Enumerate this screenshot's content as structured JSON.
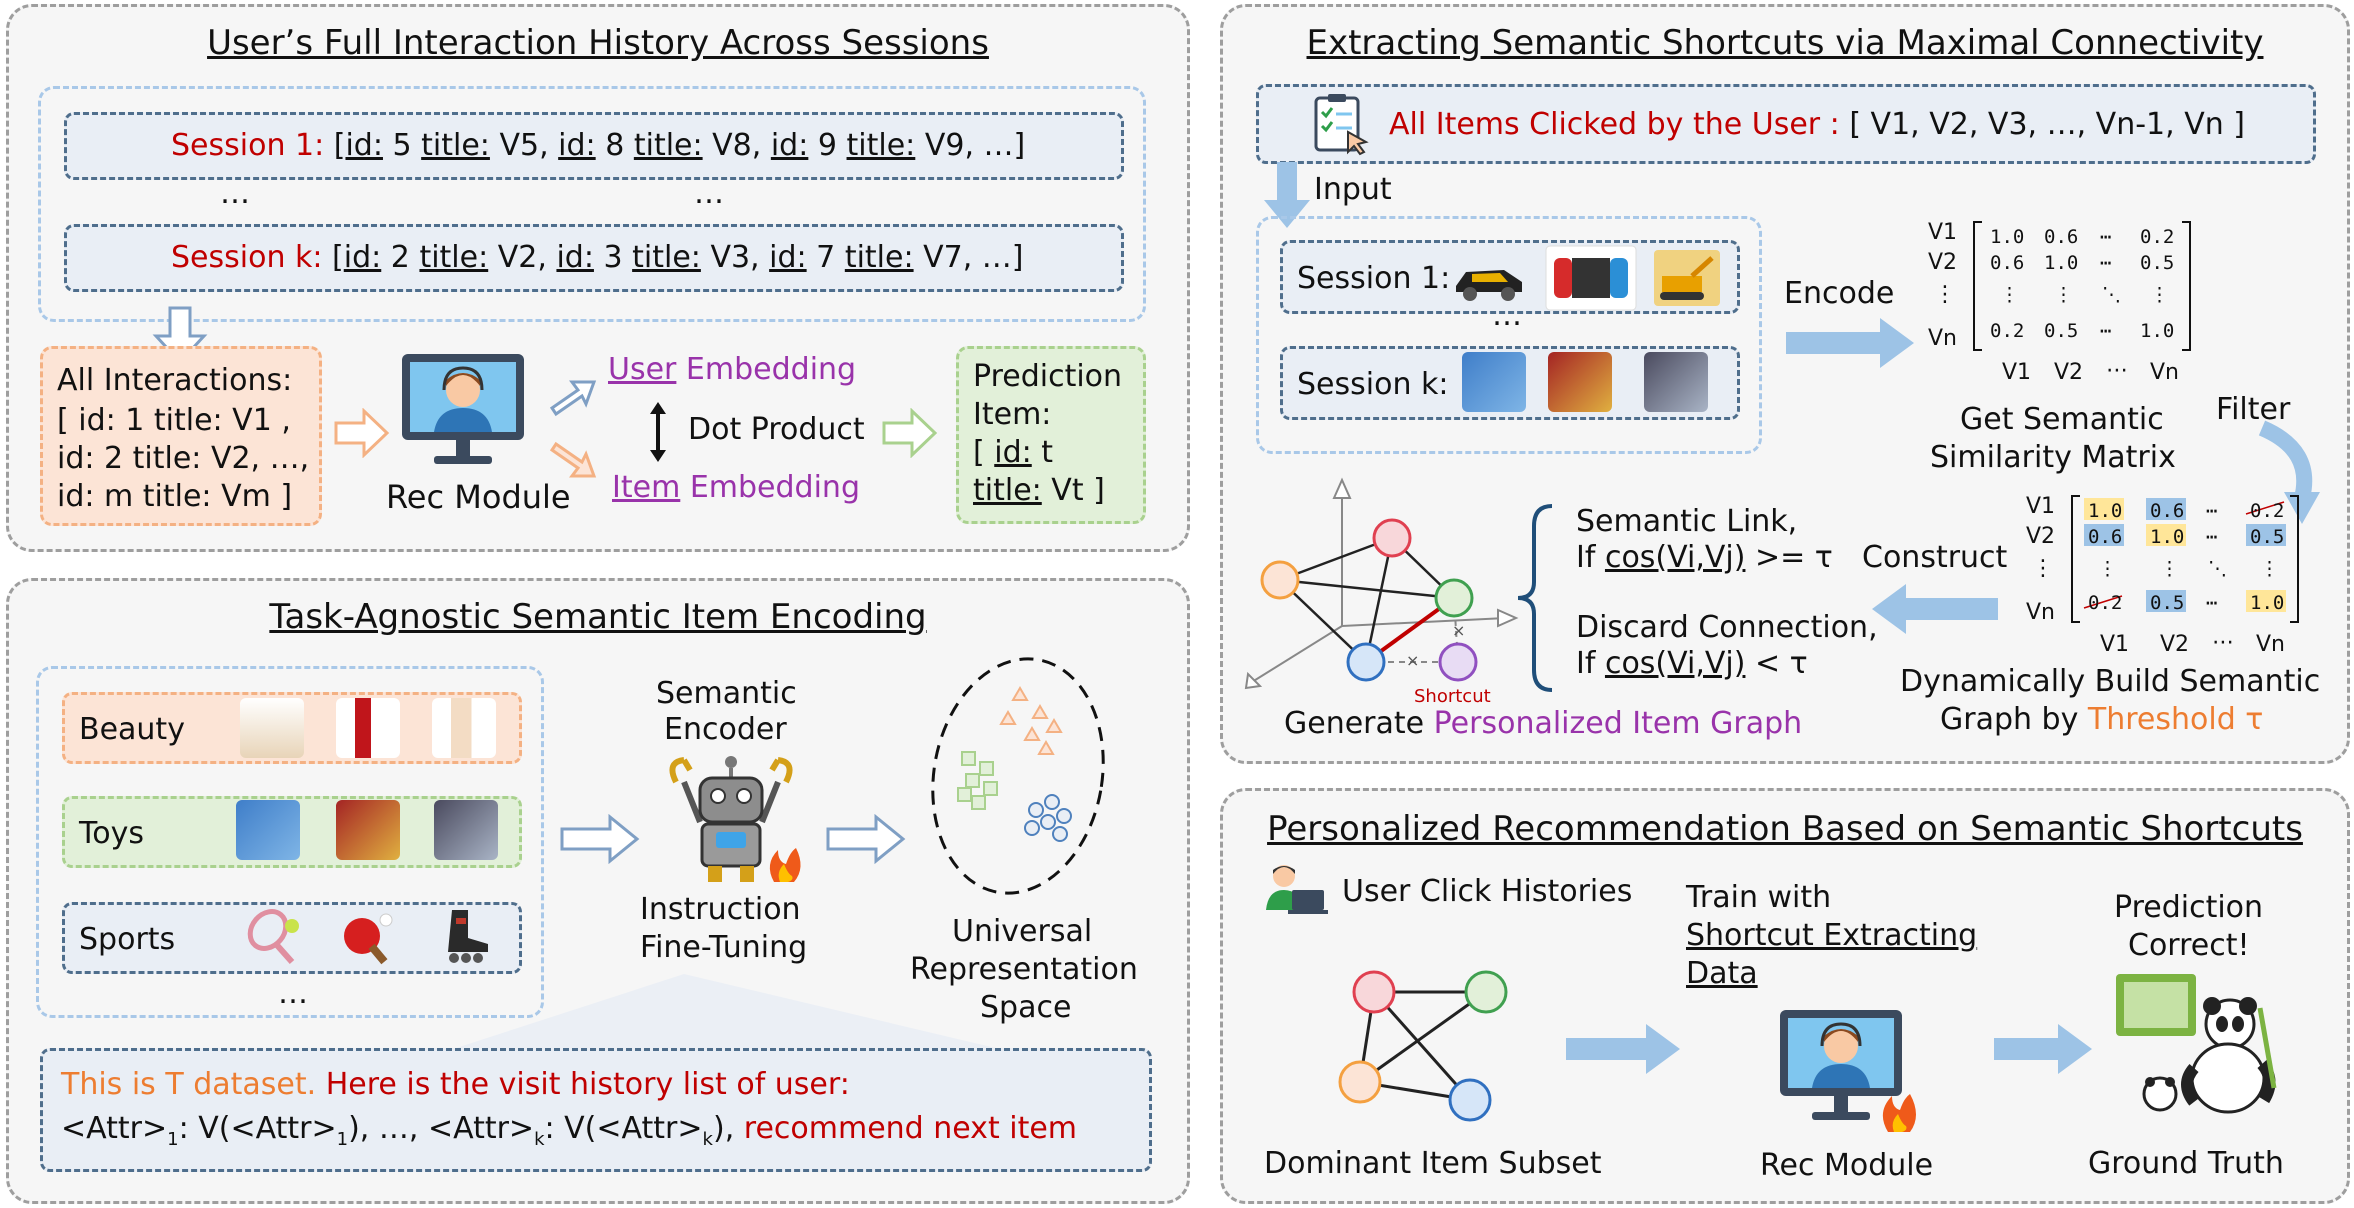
{
  "panel1": {
    "title": "User’s Full Interaction History Across Sessions",
    "session1": {
      "label": "Session 1:",
      "items": [
        {
          "id": "5",
          "title": "V5"
        },
        {
          "id": "8",
          "title": "V8"
        },
        {
          "id": "9",
          "title": "V9"
        }
      ]
    },
    "sessionk": {
      "label": "Session k:",
      "items": [
        {
          "id": "2",
          "title": "V2"
        },
        {
          "id": "3",
          "title": "V3"
        },
        {
          "id": "7",
          "title": "V7"
        }
      ]
    },
    "id_word": "id:",
    "title_word": "title:",
    "ellipsis_end": ", …]",
    "bracket_open": "[",
    "dots": "…",
    "all_interactions": {
      "label": "All Interactions:",
      "line1": "[ id: 1 title: V1 ,",
      "line2": "id: 2 title: V2, …,",
      "line3": "id: m title: Vm ]"
    },
    "rec_module": "Rec Module",
    "user_word": "User",
    "item_word": "Item",
    "embedding_word": " Embedding",
    "dot_product": "Dot Product",
    "prediction": {
      "line1": "Prediction",
      "line2": "Item:",
      "id_line_pre": "[ ",
      "id_word": "id:",
      "id_val": " t",
      "title_word": "title:",
      "title_val": " Vt ]"
    }
  },
  "panel2": {
    "title": "Task-Agnostic Semantic Item Encoding",
    "categories": [
      "Beauty",
      "Toys",
      "Sports"
    ],
    "dots": "…",
    "encoder_line1": "Semantic",
    "encoder_line2": "Encoder",
    "ift_line1": "Instruction",
    "ift_line2": "Fine-Tuning",
    "urs_line1": "Universal",
    "urs_line2": "Representation",
    "urs_line3": "Space",
    "prompt": {
      "orange": "This is T dataset.",
      "red1": " Here is the visit history list of user:",
      "attr": "<Attr>",
      "sub1": "1",
      "subk": "k",
      "v_open": ": V(",
      "v_close": ")",
      "comma_dots": ", …, ",
      "comma": ", ",
      "rec": "recommend next item"
    }
  },
  "panel3": {
    "title": "Extracting Semantic Shortcuts via Maximal Connectivity",
    "clicked_label": "All Items Clicked by the User :",
    "clicked_items": "[ V1, V2, V3, …, Vn-1, Vn ]",
    "input_label": "Input",
    "session1": "Session 1:",
    "sessionk": "Session k:",
    "dots": "…",
    "encode_label": "Encode",
    "filter_label": "Filter",
    "construct_label": "Construct",
    "matrix_rows": [
      "V1",
      "V2",
      "⋮",
      "Vn"
    ],
    "matrix_cols": [
      "V1",
      "V2",
      "⋯",
      "Vn"
    ],
    "matrix": [
      [
        "1.0",
        "0.6",
        "⋯",
        "0.2"
      ],
      [
        "0.6",
        "1.0",
        "⋯",
        "0.5"
      ],
      [
        "⋮",
        "⋮",
        "⋱",
        "⋮"
      ],
      [
        "0.2",
        "0.5",
        "⋯",
        "1.0"
      ]
    ],
    "sim_line1": "Get Semantic",
    "sim_line2": "Similarity Matrix",
    "semantic_link": "Semantic Link,",
    "if_word": "If ",
    "cos_expr": "cos(Vi,Vj)",
    "ge_tau": " >= τ",
    "discard": "Discard Connection,",
    "lt_tau": " < τ",
    "shortcut": "Shortcut",
    "generate_pre": "Generate ",
    "generate_purple": "Personalized Item Graph",
    "dyn_line1": "Dynamically Build Semantic",
    "dyn_line2_pre": "Graph by ",
    "dyn_line2_orange": "Threshold τ",
    "colors": {
      "highlight_yellow": "#ffe699",
      "highlight_blue": "#9dc3e6"
    }
  },
  "panel4": {
    "title": "Personalized Recommendation Based on Semantic Shortcuts",
    "user_click": "User Click Histories",
    "train_line1": "Train with",
    "train_line2": "Shortcut Extracting",
    "train_line3": "Data",
    "prediction_line1": "Prediction",
    "prediction_line2": "Correct!",
    "dominant": "Dominant Item Subset",
    "rec_module": "Rec Module",
    "ground_truth": "Ground Truth"
  }
}
